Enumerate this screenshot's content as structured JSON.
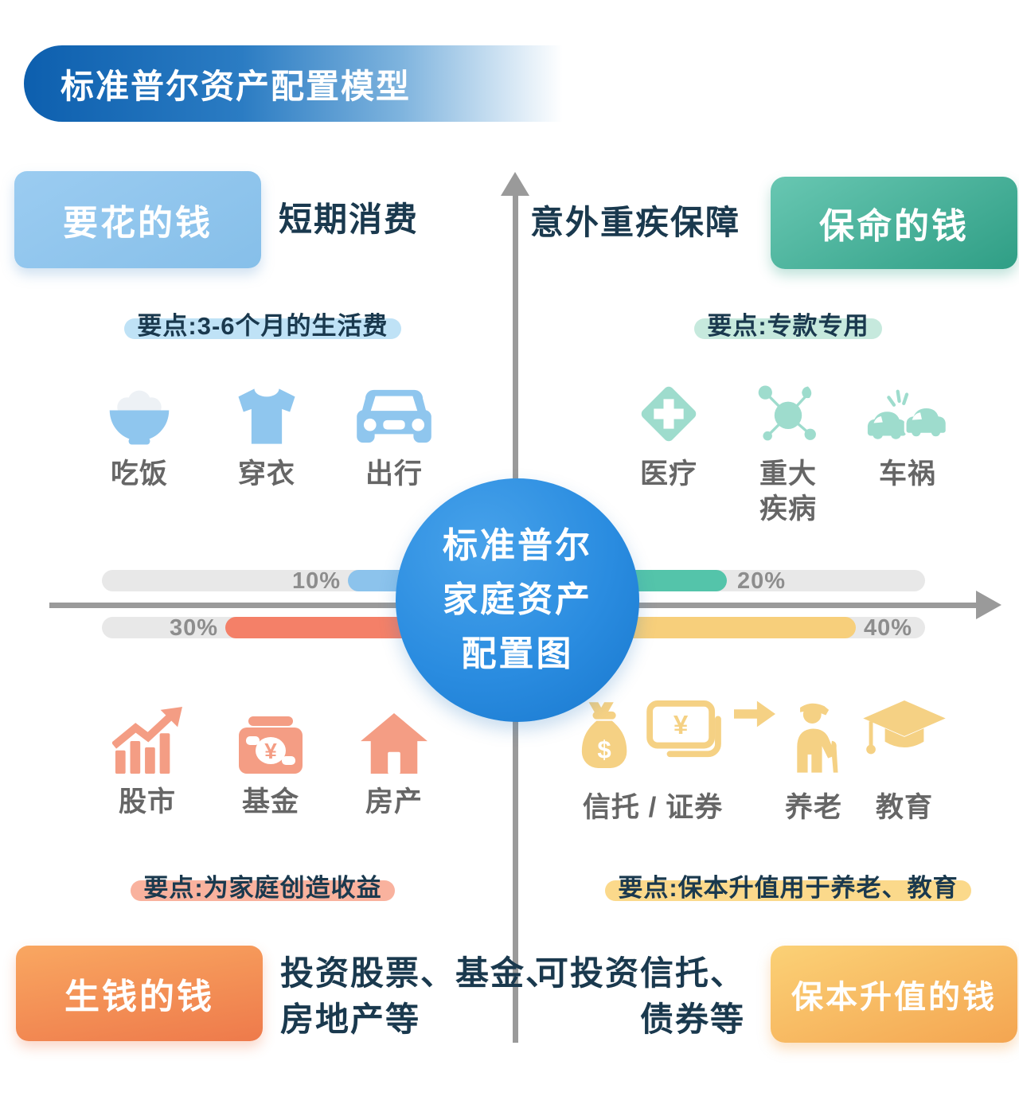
{
  "title": "标准普尔资产配置模型",
  "center_circle": {
    "line1": "标准普尔",
    "line2": "家庭资产",
    "line3": "配置图"
  },
  "allocation": {
    "spend": "10%",
    "protect": "20%",
    "invest": "30%",
    "preserve": "40%"
  },
  "quadrants": {
    "spend": {
      "badge": "要花的钱",
      "title": "短期消费",
      "point": "要点:3-6个月的生活费",
      "items": [
        {
          "icon": "rice-bowl-icon",
          "label": "吃饭"
        },
        {
          "icon": "tshirt-icon",
          "label": "穿衣"
        },
        {
          "icon": "car-icon",
          "label": "出行"
        }
      ]
    },
    "protect": {
      "title": "意外重疾保障",
      "badge": "保命的钱",
      "point": "要点:专款专用",
      "items": [
        {
          "icon": "medical-cross-icon",
          "label": "医疗"
        },
        {
          "icon": "virus-icon",
          "label": "重大",
          "label2": "疾病"
        },
        {
          "icon": "car-crash-icon",
          "label": "车祸"
        }
      ]
    },
    "invest": {
      "point": "要点:为家庭创造收益",
      "badge": "生钱的钱",
      "desc": [
        "投资股票、基金、",
        "房地产等"
      ],
      "items": [
        {
          "icon": "stock-chart-icon",
          "label": "股市"
        },
        {
          "icon": "banknote-icon",
          "label": "基金"
        },
        {
          "icon": "house-icon",
          "label": "房产"
        }
      ]
    },
    "preserve": {
      "point": "要点:保本升值用于养老、教育",
      "badge": "保本升值的钱",
      "desc": [
        "可投资信托、",
        "债券等"
      ],
      "icons": [
        "money-bag-icon",
        "securities-icon",
        "transfer-arrow-icon",
        "elderly-icon",
        "graduation-cap-icon"
      ],
      "labels": [
        "信托 / 证券",
        "养老",
        "教育"
      ]
    }
  },
  "glyphs": {
    "yen": "¥",
    "dollar": "$"
  },
  "colors": {
    "banner_blue": "#0d5fae",
    "badge_blue": "#8fc6ee",
    "badge_green": "#2f9e85",
    "badge_orange": "#ee7a4b",
    "badge_gold": "#f4a551",
    "circle_blue": "#2a8ce0",
    "navy_text": "#1a394e",
    "axis_gray": "#9a9a9a",
    "track_gray": "#e8e8e8",
    "seg_blue": "#8cc3ec",
    "seg_teal": "#54c4aa",
    "seg_red": "#f48068",
    "seg_yellow": "#f7cf7b",
    "pill_blue": "#bfe2f6",
    "pill_teal": "#c6e9dd",
    "pill_salmon": "#f9b29e",
    "pill_yellow": "#fbd98b"
  }
}
